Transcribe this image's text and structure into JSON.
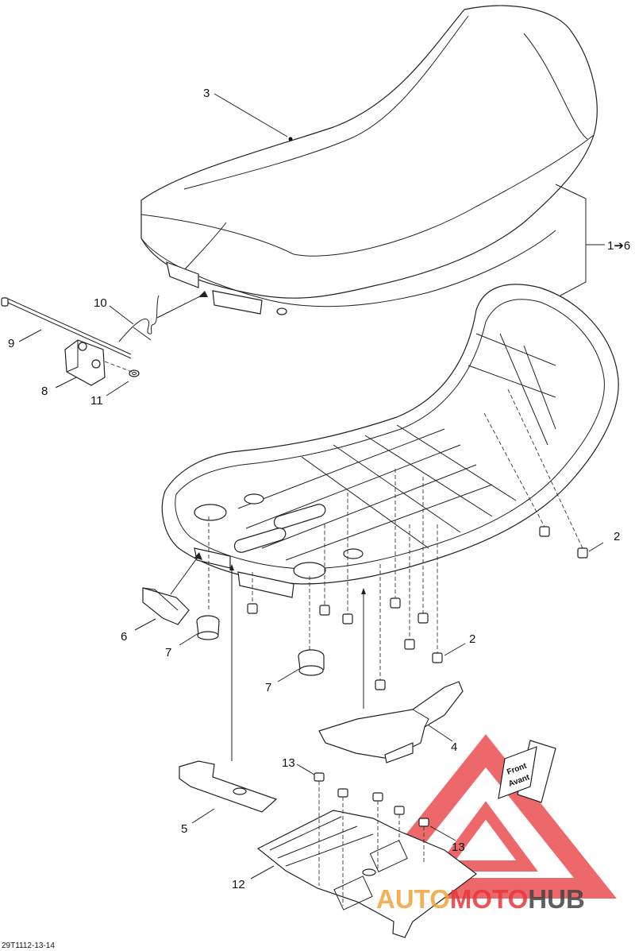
{
  "callouts": {
    "c1_6": "1➔6",
    "c2a": "2",
    "c2b": "2",
    "c3": "3",
    "c4": "4",
    "c5": "5",
    "c6": "6",
    "c7a": "7",
    "c7b": "7",
    "c8": "8",
    "c9": "9",
    "c10": "10",
    "c11": "11",
    "c12": "12",
    "c13a": "13",
    "c13b": "13"
  },
  "reference_code": "29T1112-13-14",
  "front_tag": {
    "line1": "Front",
    "line2": "Avant"
  },
  "watermark": {
    "part1": "AUTO",
    "part2": "MOTO",
    "part3": "HUB"
  },
  "colors": {
    "watermark_red": "#e8363a",
    "watermark_orange": "#f2a43a",
    "watermark_dark": "#444444"
  }
}
